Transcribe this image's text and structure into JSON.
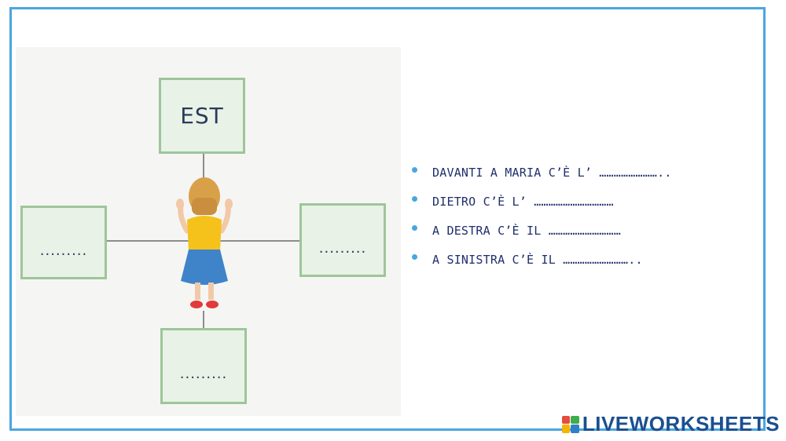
{
  "diagram": {
    "top_label": "EST",
    "left_label": ".........",
    "right_label": ".........",
    "bottom_label": "........."
  },
  "sentences": [
    "DAVANTI A MARIA C’È L’ ……………………..",
    "DIETRO C’È L’ ……………………………",
    "A DESTRA C’È IL  …………………………",
    "A SINISTRA C’È IL ……………………….."
  ],
  "brand": {
    "name": "LIVEWORKSHEETS",
    "color": "#1b4f8f",
    "accent": "#4aa6e0"
  }
}
